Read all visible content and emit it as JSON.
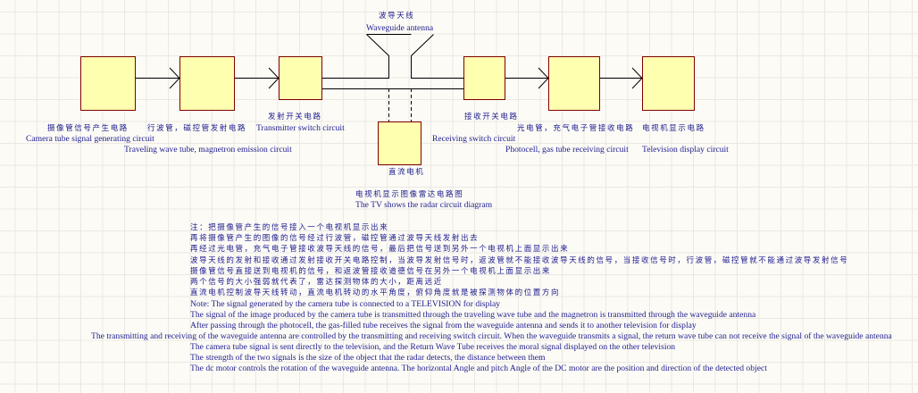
{
  "antenna": {
    "zh": "波导天线",
    "en": "Waveguide antenna"
  },
  "blocks": [
    {
      "zh": "摄像管信号产生电路",
      "en": "Camera tube signal generating circuit"
    },
    {
      "zh": "行波管，磁控管发射电路",
      "en": "Traveling wave tube, magnetron emission circuit"
    },
    {
      "zh": "发射开关电路",
      "en": "Transmitter switch circuit"
    },
    {
      "zh": "接收开关电路",
      "en": "Receiving switch circuit"
    },
    {
      "zh": "光电管，充气电子管接收电路",
      "en": "Photocell, gas tube receiving circuit"
    },
    {
      "zh": "电视机显示电路",
      "en": "Television display circuit"
    },
    {
      "zh": "直流电机"
    }
  ],
  "title": {
    "zh": "电视机显示图像雷达电路图",
    "en": "The TV shows the radar circuit diagram"
  },
  "notes_zh": [
    "注：把摄像管产生的信号接入一个电视机显示出来",
    "再将摄像管产生的图像的信号经过行波管，磁控管通过波导天线发射出去",
    "再经过光电管，充气电子管接收波导天线的信号，最后把信号送到另外一个电视机上面显示出来",
    "波导天线的发射和接收通过发射接收开关电路控制，当波导发射信号时，返波管就不能接收波导天线的信号，当接收信号时，行波管，磁控管就不能通过波导发射信号",
    "摄像管信号直接送到电视机的信号，和返波管接收道德信号在另外一个电视机上面显示出来",
    "两个信号的大小强弱就代表了，雷达探测物体的大小，距离远近",
    "直流电机控制波导天线转动，直流电机转动的水平角度，俯仰角度就是被探测物体的位置方向"
  ],
  "notes_en": [
    "Note: The signal generated by the camera tube is connected to a TELEVISION for display",
    "The signal of the image produced by the camera tube is transmitted through the traveling wave tube and the magnetron is transmitted through the waveguide antenna",
    "After passing through the photocell, the gas-filled tube receives the signal from the waveguide antenna and sends it to another television for display",
    "The transmitting and receiving of the waveguide antenna are controlled by the transmitting and receiving switch circuit. When the waveguide transmits a signal, the return wave tube can not receive the signal of the waveguide antenna",
    "The camera tube signal is sent directly to the television, and the Return Wave Tube receives the moral signal displayed on the other television",
    "The strength of the two signals is the size of the object that the radar detects, the distance between them",
    "The dc motor controls the rotation of the waveguide antenna. The horizontal Angle and pitch Angle of the DC motor are the position and direction of the detected object"
  ],
  "colors": {
    "block_fill": "#ffffb0",
    "block_border": "#800000",
    "text": "#1c1c8e",
    "wire": "#000000"
  }
}
